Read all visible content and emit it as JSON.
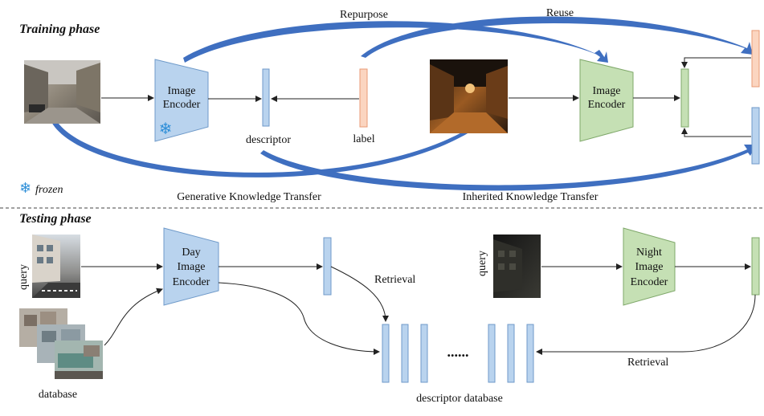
{
  "training": {
    "title": "Training phase",
    "encoder_label": [
      "Image",
      "Encoder"
    ],
    "student_encoder_label": [
      "Image",
      "Encoder"
    ],
    "descriptor_label": "descriptor",
    "label_label": "label",
    "repurpose_label": "Repurpose",
    "reuse_label": "Reuse",
    "generative_label": "Generative Knowledge Transfer",
    "inherited_label": "Inherited Knowledge Transfer",
    "frozen_label": "frozen",
    "frozen_icon": "snowflake-icon"
  },
  "testing": {
    "title": "Testing phase",
    "query_label": "query",
    "database_label": "database",
    "day_encoder_label": [
      "Day",
      "Image",
      "Encoder"
    ],
    "night_encoder_label": [
      "Night",
      "Image",
      "Encoder"
    ],
    "retrieval_label": "Retrieval",
    "dots_label": "......",
    "descriptor_db_label": "descriptor database"
  },
  "colors": {
    "teacher_fill": "#b9d3ee",
    "teacher_stroke": "#6f9ac9",
    "student_fill": "#c5e0b4",
    "student_stroke": "#7fa86a",
    "label_fill": "#fbd5c0",
    "label_stroke": "#e89a74",
    "transfer_arrow": "#3f6fc0",
    "snowflake": "#2f8fd8"
  }
}
